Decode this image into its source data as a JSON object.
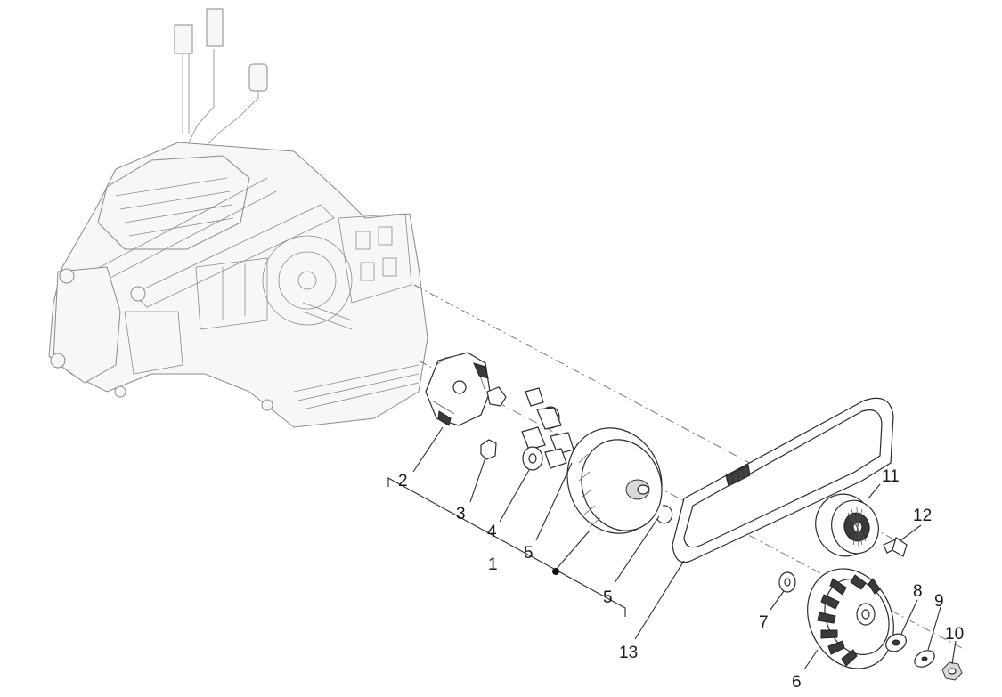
{
  "callouts": [
    "1",
    "2",
    "3",
    "4",
    "5",
    "5",
    "6",
    "7",
    "8",
    "9",
    "10",
    "11",
    "12",
    "13"
  ],
  "colors": {
    "line": "#2a2a2a",
    "engine": "#8a8a8a",
    "background": "#ffffff"
  }
}
